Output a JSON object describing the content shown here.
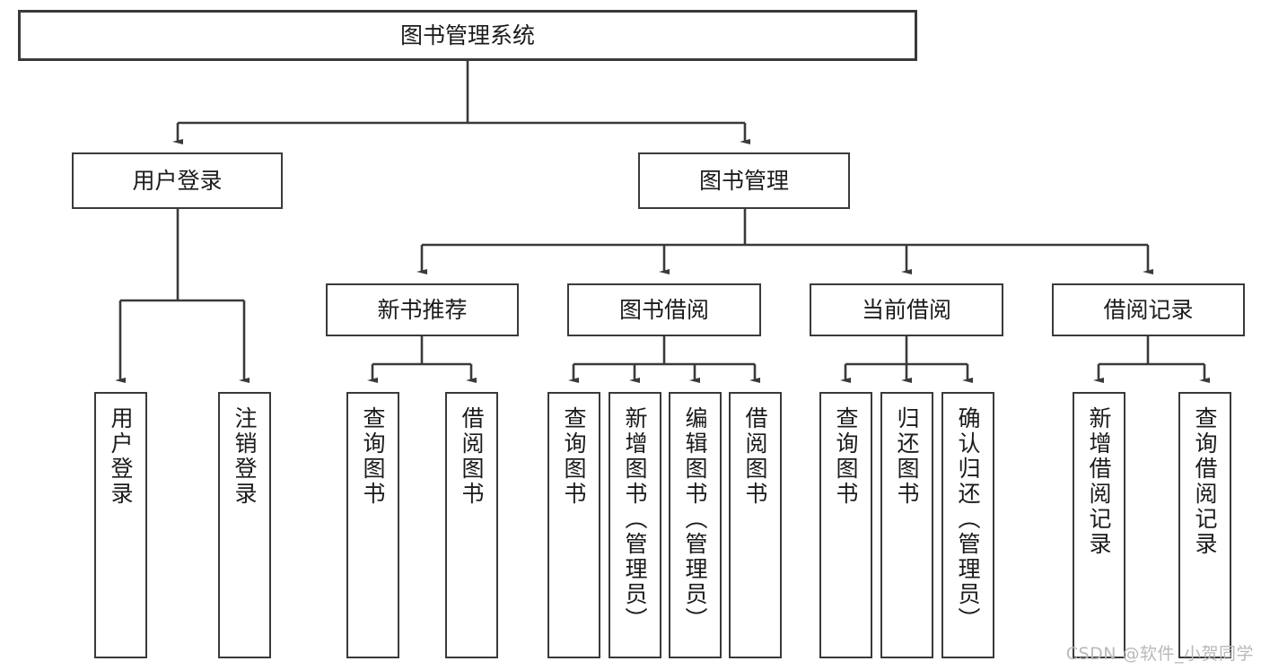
{
  "diagram": {
    "title": "图书管理系统",
    "type": "hierarchy-tree",
    "watermark": "CSDN @软件_小贺同学",
    "colors": {
      "box_border": "#3a3a3a",
      "box_fill": "#ffffff",
      "connector": "#3a3a3a",
      "text": "#1b1b1b",
      "watermark": "#b9b9b9",
      "background": "#ffffff"
    },
    "nodes": {
      "root": {
        "label": "图书管理系统"
      },
      "level2": [
        {
          "label": "用户登录"
        },
        {
          "label": "图书管理"
        }
      ],
      "level3": [
        {
          "label": "新书推荐"
        },
        {
          "label": "图书借阅"
        },
        {
          "label": "当前借阅"
        },
        {
          "label": "借阅记录"
        }
      ],
      "leaves": {
        "user_login": [
          {
            "label": "用户登录"
          },
          {
            "label": "注销登录"
          }
        ],
        "new_book_recommend": [
          {
            "label": "查询图书"
          },
          {
            "label": "借阅图书"
          }
        ],
        "book_borrow": [
          {
            "label": "查询图书"
          },
          {
            "label": "新增图书（管理员）"
          },
          {
            "label": "编辑图书（管理员）"
          },
          {
            "label": "借阅图书"
          }
        ],
        "current_borrow": [
          {
            "label": "查询图书"
          },
          {
            "label": "归还图书"
          },
          {
            "label": "确认归还（管理员）"
          }
        ],
        "borrow_record": [
          {
            "label": "新增借阅记录"
          },
          {
            "label": "查询借阅记录"
          }
        ]
      }
    }
  }
}
